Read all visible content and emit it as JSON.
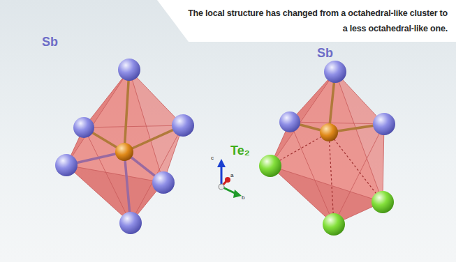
{
  "diagram": {
    "title": "The local structure has changed from a octahedral-like cluster to a less octahedral-like one.",
    "labels": [
      "Sb",
      "Sb",
      "Te₂",
      "c",
      "a",
      "b"
    ]
  }
}
